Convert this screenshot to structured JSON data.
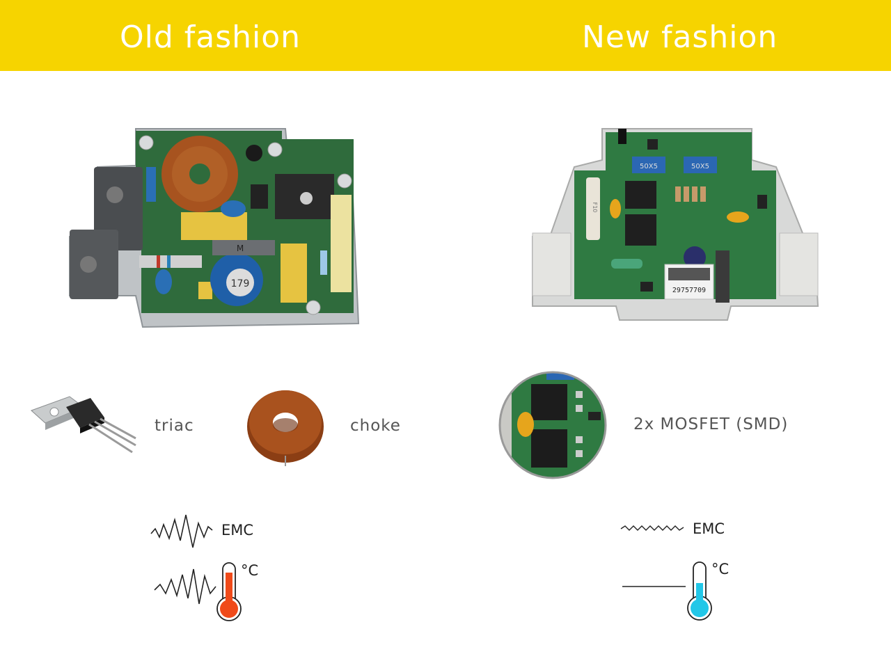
{
  "header": {
    "left_title": "Old fashion",
    "right_title": "New fashion",
    "color": "#f6d400"
  },
  "old": {
    "board_label": "M",
    "capacitor_label": "179",
    "components": [
      {
        "icon": "triac-icon",
        "label": "triac"
      },
      {
        "icon": "choke-icon",
        "label": "choke"
      }
    ],
    "emc_label": "EMC",
    "temp_label": "°C",
    "thermo_color": "#f04a1a"
  },
  "new": {
    "barcode_text": "29757709",
    "cap_text": "50X5",
    "fuse_text": "F10",
    "components": [
      {
        "icon": "mosfet-closeup-icon",
        "label": "2x MOSFET (SMD)"
      }
    ],
    "emc_label": "EMC",
    "temp_label": "°C",
    "thermo_color": "#22c7e8"
  }
}
